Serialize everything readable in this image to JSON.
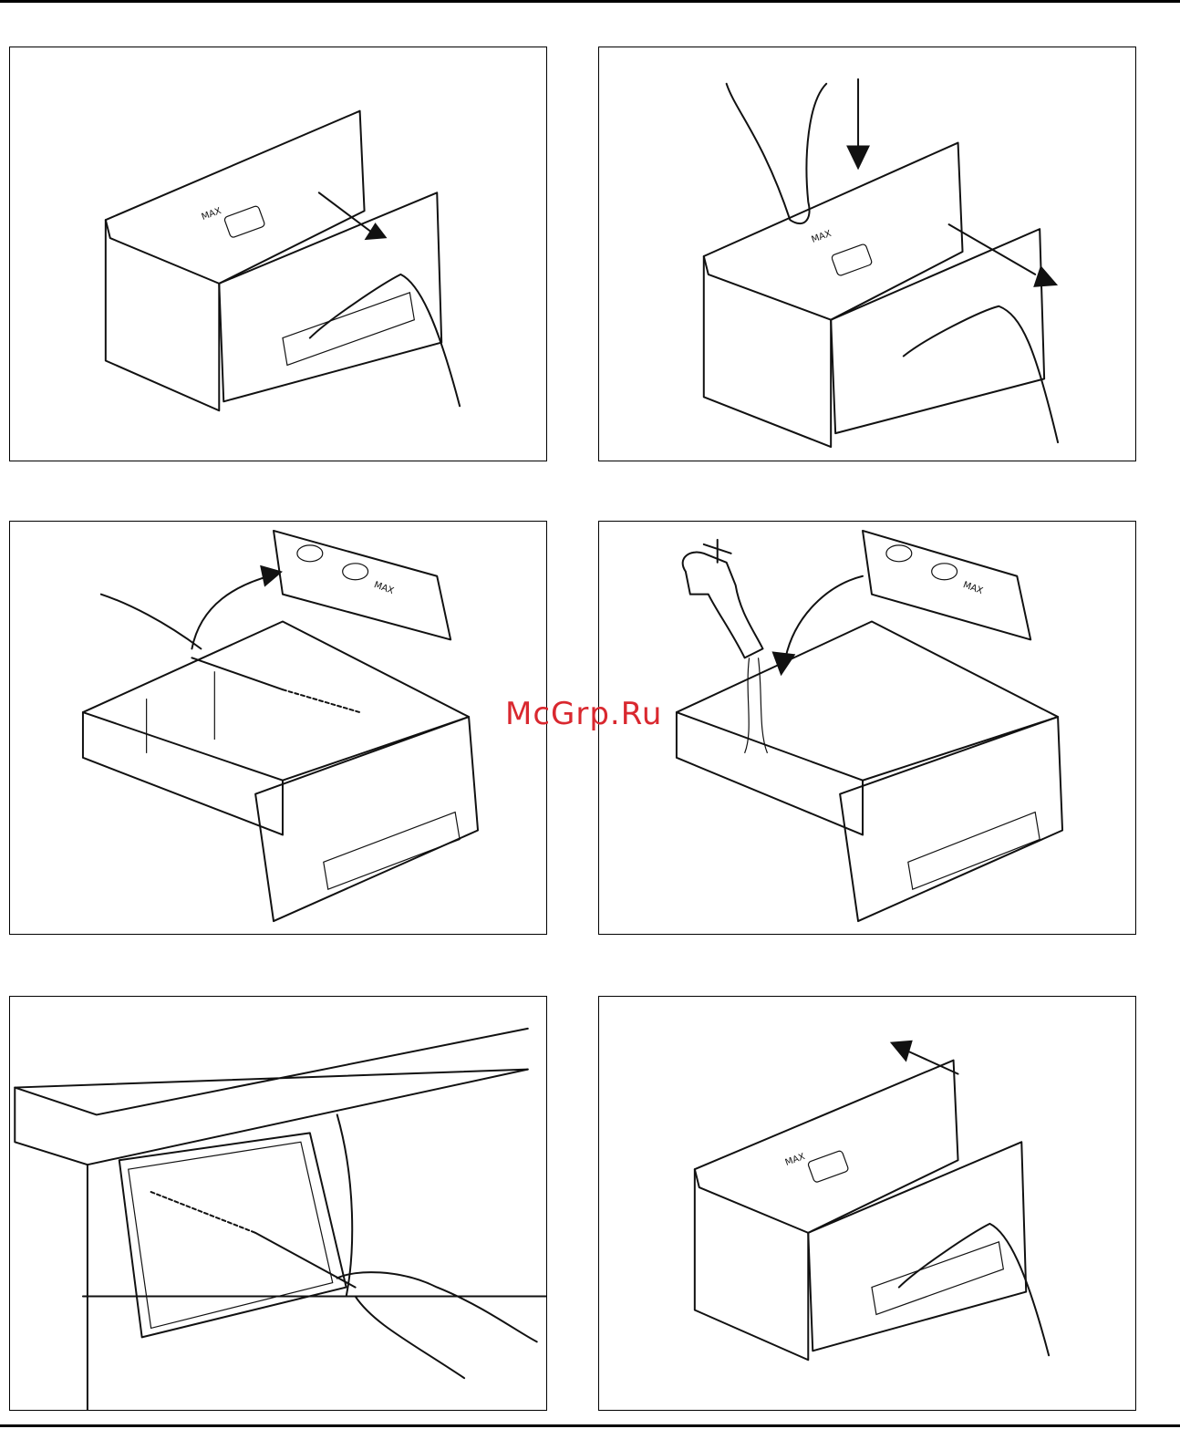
{
  "steps": [
    {
      "id": 1,
      "action": "pull-out-drawer",
      "label": "MAX"
    },
    {
      "id": 2,
      "action": "press-release-and-remove",
      "label": "MAX"
    },
    {
      "id": 3,
      "action": "brush-clean-drawer",
      "label": "MAX"
    },
    {
      "id": 4,
      "action": "rinse-under-tap",
      "label": "MAX"
    },
    {
      "id": 5,
      "action": "brush-clean-recess",
      "label": ""
    },
    {
      "id": 6,
      "action": "push-drawer-back",
      "label": "MAX"
    }
  ],
  "watermark": "McGrp.Ru",
  "colors": {
    "ink": "#111111",
    "watermark": "#d9282f",
    "paper": "#ffffff"
  }
}
